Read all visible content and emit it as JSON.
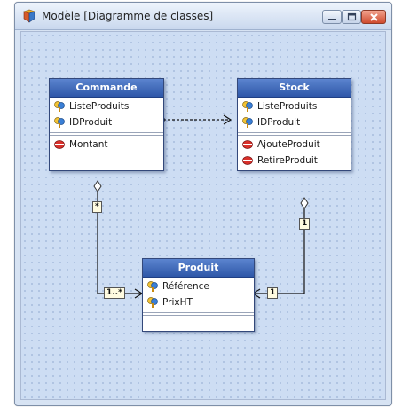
{
  "window": {
    "title": "Modèle [Diagramme de classes]"
  },
  "classes": {
    "commande": {
      "name": "Commande",
      "attributes": [
        "ListeProduits",
        "IDProduit"
      ],
      "methods": [
        "Montant"
      ]
    },
    "stock": {
      "name": "Stock",
      "attributes": [
        "ListeProduits",
        "IDProduit"
      ],
      "methods": [
        "AjouteProduit",
        "RetireProduit"
      ]
    },
    "produit": {
      "name": "Produit",
      "attributes": [
        "Référence",
        "PrixHT"
      ],
      "methods": []
    }
  },
  "multiplicities": {
    "commande_side": "*",
    "produit_from_commande": "1..*",
    "stock_side": "1",
    "produit_from_stock": "1"
  },
  "icons": {
    "attribute": "key-attribute-icon",
    "method": "red-method-icon",
    "app": "model-icon"
  },
  "colors": {
    "class_header": "#2e57a8",
    "canvas": "#cdddf3"
  }
}
